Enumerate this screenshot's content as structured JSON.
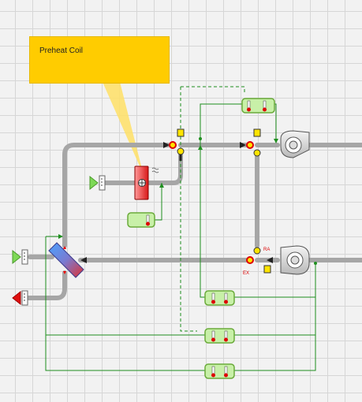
{
  "callout": {
    "label": "Preheat Coil"
  },
  "badges": {
    "ra": "RA",
    "ex": "EX"
  },
  "colors": {
    "duct": "#a6a6a6",
    "wire": "#1f8f1f",
    "callout": "#ffcc00",
    "sensor_fill": "#c8f0a8",
    "sensor_border": "#6aaa3a",
    "coil": "#e02020",
    "damper_yellow": "#ffe400",
    "damper_red": "#cc0000",
    "outlet_green": "#7ed957",
    "outlet_red": "#e01010"
  },
  "icons": [
    "thermometer-icon",
    "fan-icon",
    "damper-icon",
    "heating-coil-icon",
    "heat-exchanger-icon",
    "outside-air-inlet-icon",
    "exhaust-outlet-icon",
    "actuator-icon"
  ]
}
